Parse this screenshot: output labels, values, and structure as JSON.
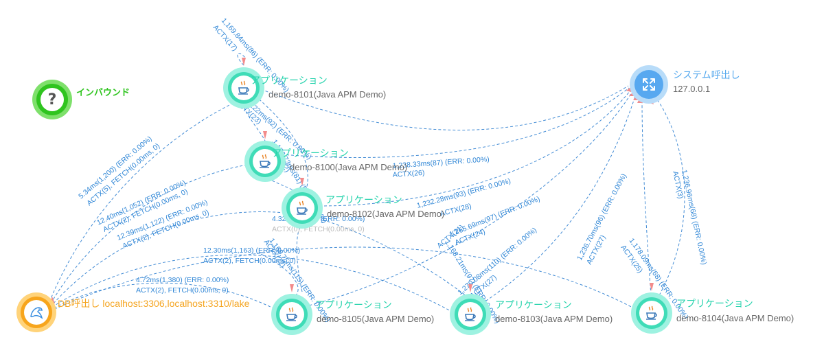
{
  "app_nodes": [
    {
      "key": "n8101",
      "type_label": "アプリケーション",
      "name": "demo-8101(Java APM Demo)"
    },
    {
      "key": "n8100",
      "type_label": "アプリケーション",
      "name": "demo-8100(Java APM Demo)"
    },
    {
      "key": "n8102",
      "type_label": "アプリケーション",
      "name": "demo-8102(Java APM Demo)"
    },
    {
      "key": "n8105",
      "type_label": "アプリケーション",
      "name": "demo-8105(Java APM Demo)"
    },
    {
      "key": "n8103",
      "type_label": "アプリケーション",
      "name": "demo-8103(Java APM Demo)"
    },
    {
      "key": "n8104",
      "type_label": "アプリケーション",
      "name": "demo-8104(Java APM Demo)"
    }
  ],
  "system_node": {
    "type_label": "システム呼出し",
    "name": "127.0.0.1"
  },
  "inbound_node": {
    "type_label": "インバウンド"
  },
  "db_node": {
    "label": "DB呼出し localhost:3306,localhost:3310/lake"
  },
  "edge_labels": [
    {
      "key": "e8101-self",
      "line1": "1,169.84ms(86) (ERR: 0.00%)",
      "line2": "ACTX(17)"
    },
    {
      "key": "e8101-db",
      "line1": "5.34ms(1,200) (ERR: 0.00%)",
      "line2": "ACTX(5), FETCH(0.00ms, 0)"
    },
    {
      "key": "e8100-db",
      "line1": "12.40ms(1,052) (ERR: 0.00%)",
      "line2": "ACTX(2), FETCH(0.00ms, 0)"
    },
    {
      "key": "e8102-db",
      "line1": "12.39ms(1,122) (ERR: 0.00%)",
      "line2": "ACTX(2), FETCH(0.00ms, 0)"
    },
    {
      "key": "e8102-db-muted",
      "line1": "4.32ms(1,180) (ERR: 0.00%)",
      "line2": "ACTX(0), FETCH(0.00ms, 0)"
    },
    {
      "key": "e8103-db",
      "line1": "12.30ms(1,163) (ERR: 0.00%)",
      "line2": "ACTX(2), FETCH(0.00ms, 0)"
    },
    {
      "key": "e8105-db",
      "line1": "4.72ms(1,380) (ERR: 0.00%)",
      "line2": "ACTX(2), FETCH(0.00ms, 0)"
    },
    {
      "key": "e8101-8100",
      "line1": "1,122ms(92) (ERR: 0.00%)",
      "line2": "ACTX(23)"
    },
    {
      "key": "e8100-8102",
      "line1": "1,176.73ms(81) (ERR: 0.00%)",
      "line2": "ACTX(22)"
    },
    {
      "key": "e8100-sys",
      "line1": "1,238.33ms(87) (ERR: 0.00%)",
      "line2": "ACTX(26)"
    },
    {
      "key": "e8102-sys",
      "line1": "1,232.28ms(93) (ERR: 0.00%)",
      "line2": "ACTX(28)"
    },
    {
      "key": "e8105-sys",
      "line1": "1,265.69ms(97) (ERR: 0.00%)",
      "line2": "ACTX(24)"
    },
    {
      "key": "e8103-sys",
      "line1": "1,168.21ms(97) (ERR: 0.00%)",
      "line2": "ACTX(21)"
    },
    {
      "key": "e8103-sys2",
      "line1": "1,270.08ms(110) (ERR: 0.00%)",
      "line2": "ACTX(27)"
    },
    {
      "key": "e8104-sys",
      "line1": "1,236.70ms(96) (ERR: 0.00%)",
      "line2": "ACTX(27)"
    },
    {
      "key": "e8104-sys-right",
      "line1": "1,236.96ms(68) (ERR: 0.00%)",
      "line2": "ACTX(3)"
    },
    {
      "key": "e8104-self",
      "line1": "1,178.09ms(68) (ERR: 0.00%)",
      "line2": "ACTX(25)"
    },
    {
      "key": "e8105-in",
      "line1": "1,169.75ms(115) (ERR: 0.00%)",
      "line2": "ACTX(22)"
    }
  ],
  "colors": {
    "app_ring": "#9ef2e1",
    "app_inner": "#3fdcb7",
    "system": "#57a8f0",
    "inbound": "#2fc41f",
    "db": "#f7a51c",
    "edge": "#2f86d6",
    "warning_marker": "#f28b8b"
  },
  "icons": {
    "app": "java-cup-icon",
    "system": "expand-arrows-icon",
    "inbound": "question-mark-icon",
    "db": "mysql-dolphin-icon"
  }
}
